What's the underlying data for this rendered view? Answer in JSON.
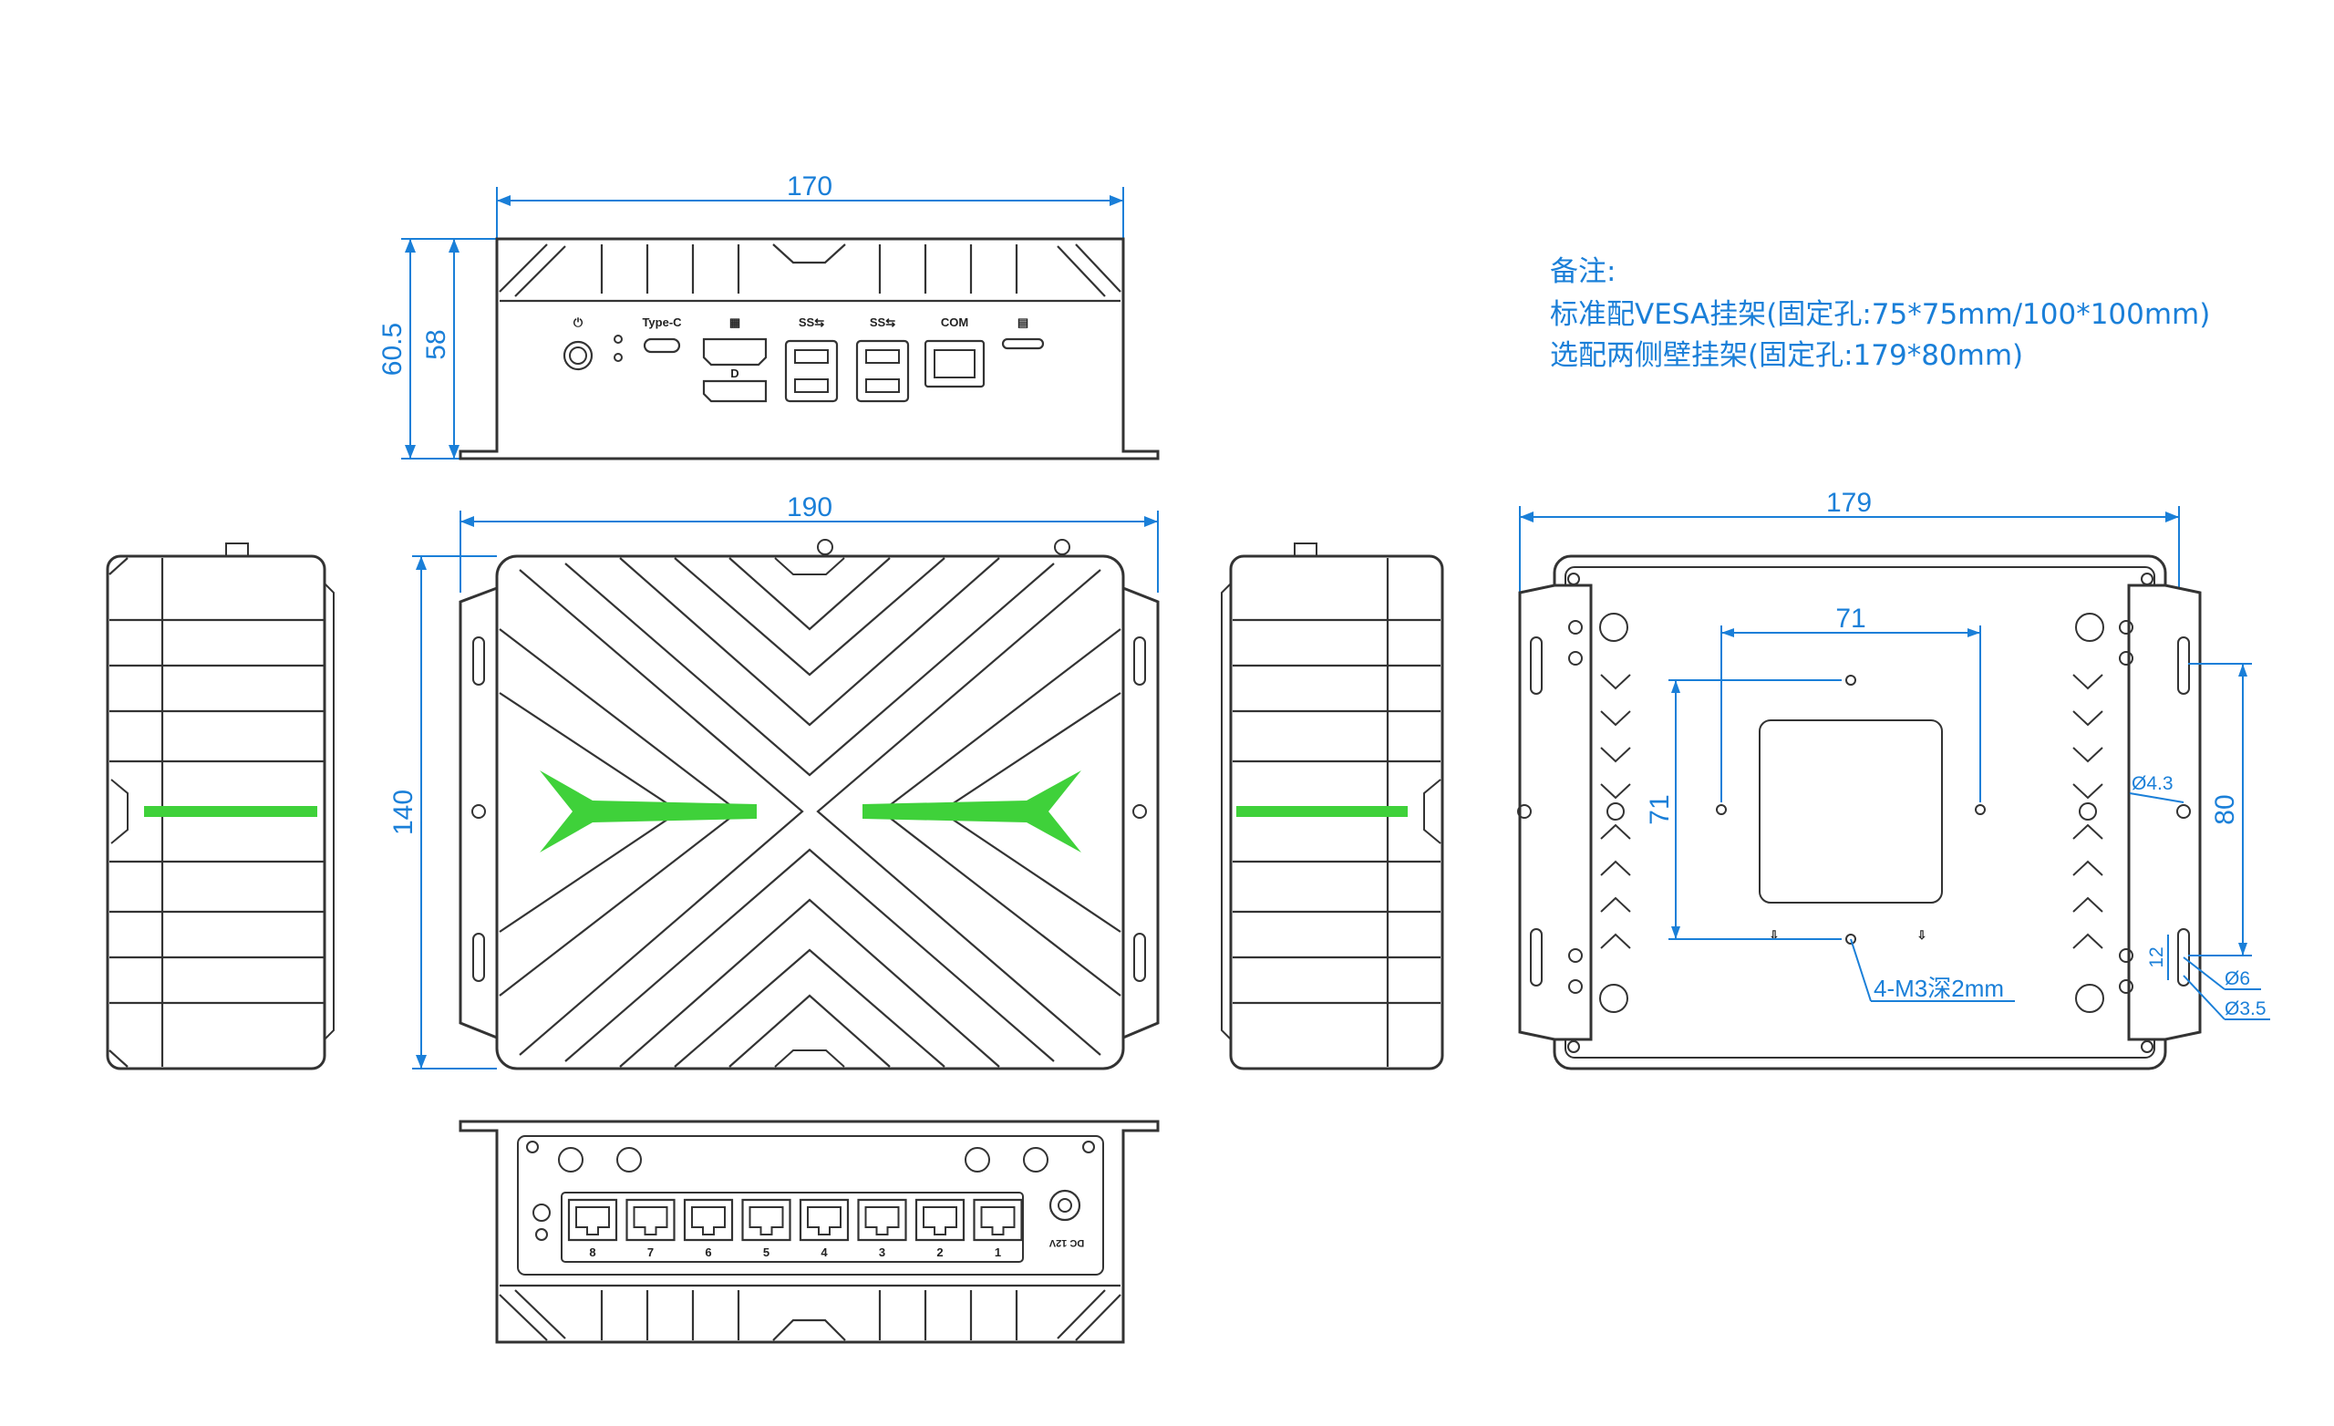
{
  "notes": {
    "title": "备注:",
    "line1": "标准配VESA挂架(固定孔:75*75mm/100*100mm)",
    "line2": "选配两侧壁挂架(固定孔:179*80mm)"
  },
  "dimensions": {
    "front_width": "170",
    "front_height_outer": "60.5",
    "front_height_inner": "58",
    "top_width": "190",
    "top_depth": "140",
    "bottom_width": "179",
    "vesa_h": "71",
    "vesa_v": "71",
    "bracket_spacing": "80",
    "slot_pitch": "12",
    "hole_43": "Ø4.3",
    "hole_6": "Ø6",
    "hole_35": "Ø3.5",
    "screw_note": "4-M3深2mm"
  },
  "front_labels": {
    "power": "⏻",
    "typec": "Type-C",
    "com": "COM"
  },
  "rear_labels": {
    "lan_numbers": [
      "8",
      "7",
      "6",
      "5",
      "4",
      "3",
      "2",
      "1"
    ],
    "dc": "DC 12V"
  },
  "colors": {
    "dimension": "#1a7fd8",
    "line": "#333333",
    "accent": "#3fd13a"
  }
}
